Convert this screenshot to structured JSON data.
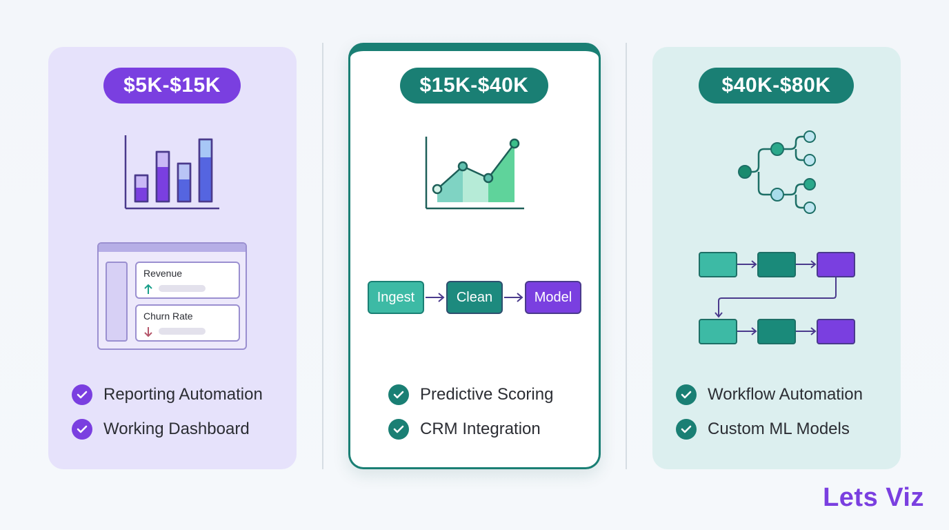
{
  "tiers": [
    {
      "price": "$5K-$15K",
      "dashboard": {
        "metrics": [
          {
            "label": "Revenue",
            "trend": "up"
          },
          {
            "label": "Churn Rate",
            "trend": "down"
          }
        ]
      },
      "features": [
        "Reporting Automation",
        "Working Dashboard"
      ]
    },
    {
      "price": "$15K-$40K",
      "pipeline": [
        "Ingest",
        "Clean",
        "Model"
      ],
      "features": [
        "Predictive Scoring",
        "CRM Integration"
      ]
    },
    {
      "price": "$40K-$80K",
      "features": [
        "Workflow Automation",
        "Custom ML Models"
      ]
    }
  ],
  "brand": "Lets Viz",
  "colors": {
    "purple": "#7a3fe0",
    "teal": "#1a7f74",
    "card1_bg": "#e6e2fb",
    "card3_bg": "#dcefef"
  },
  "icons": {
    "check": "check-icon",
    "arrow_up": "arrow-up-icon",
    "arrow_down": "arrow-down-icon"
  }
}
